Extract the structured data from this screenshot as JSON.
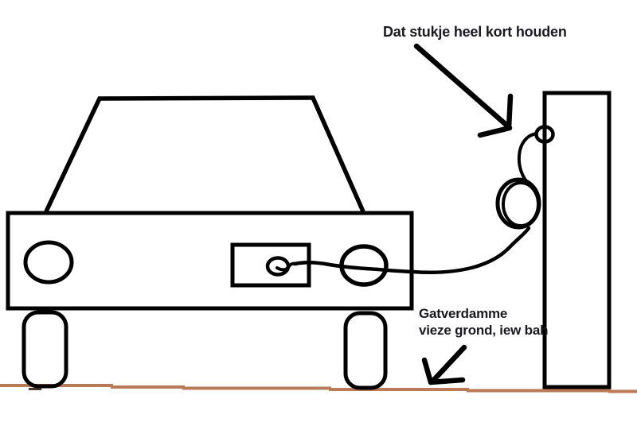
{
  "annotations": {
    "cable_note": "Dat stukje heel kort houden",
    "ground_note_line1": "Gatverdamme",
    "ground_note_line2": "vieze grond, iew bah"
  },
  "colors": {
    "ink": "#000000",
    "ground_line": "#b97a57",
    "annotation_text": "#1a1a1e",
    "background": "#ffffff"
  }
}
